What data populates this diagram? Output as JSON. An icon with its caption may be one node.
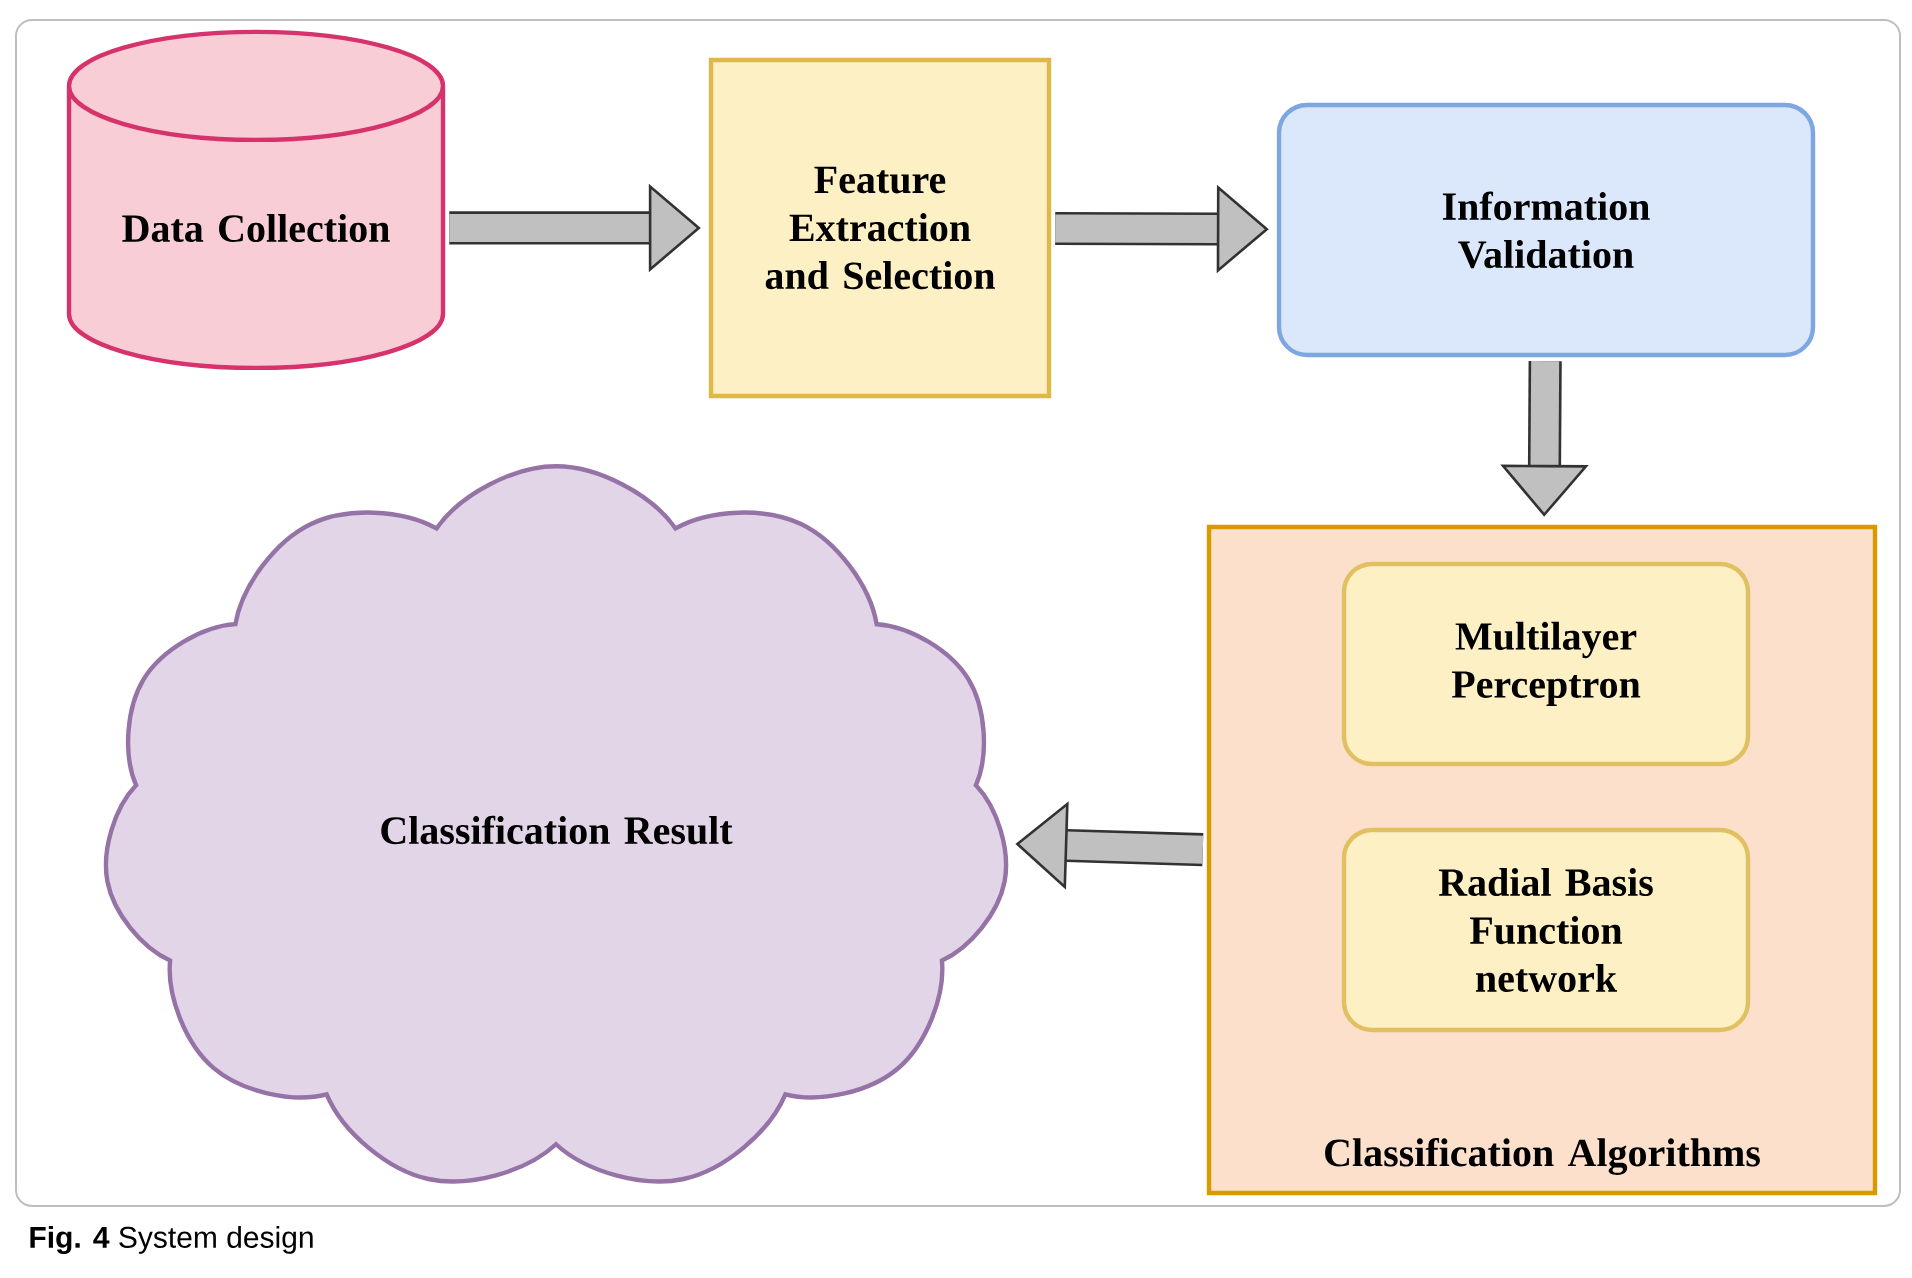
{
  "diagram": {
    "caption": "**Fig. 4** System design",
    "nodes": [
      {
        "text": [
          "Data Collection"
        ]
      },
      {
        "text": [
          "Feature Extraction and Selection"
        ]
      },
      {
        "text": [
          "Information Validation"
        ]
      },
      {
        "text": [
          "Classification Algorithms"
        ]
      },
      {
        "text": [
          "Multilayer Perceptron"
        ],
        "in": 3
      },
      {
        "text": [
          "Radial Basis Function network"
        ],
        "in": 3
      },
      {
        "text": [
          "Classification Result"
        ]
      }
    ],
    "edges": [
      {
        "from": 0,
        "to": 1,
        "arrow": "to"
      },
      {
        "from": 1,
        "to": 2,
        "arrow": "to"
      },
      {
        "from": 2,
        "to": 3,
        "arrow": "to"
      },
      {
        "from": 3,
        "to": 6,
        "arrow": "to"
      }
    ]
  }
}
